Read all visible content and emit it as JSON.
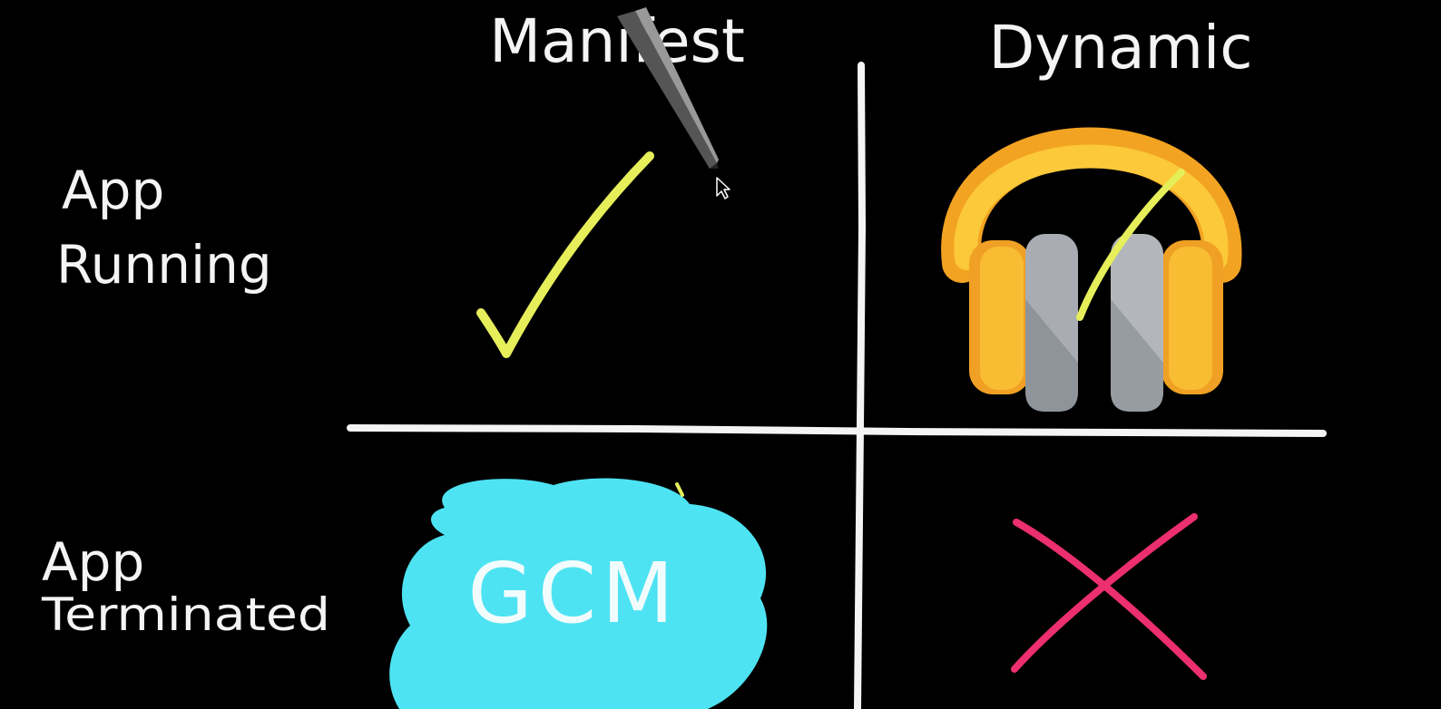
{
  "columns": {
    "manifest": "Manifest",
    "dynamic": "Dynamic"
  },
  "rows": {
    "running": {
      "line1": "App",
      "line2": "Running"
    },
    "terminated": {
      "line1": "App",
      "line2": "Terminated"
    }
  },
  "cells": {
    "manifest_running": {
      "icon": "checkmark-icon",
      "color": "#e6ee5a"
    },
    "dynamic_running": {
      "icon": "headphones-icon",
      "color": "#f7b92b"
    },
    "manifest_terminated": {
      "label": "GCM",
      "icon": "cloud-icon",
      "color": "#4ee3f2"
    },
    "dynamic_terminated": {
      "icon": "x-mark-icon",
      "color": "#ec2f6e"
    }
  },
  "colors": {
    "background": "#000000",
    "chalk": "#f4f4f4"
  }
}
